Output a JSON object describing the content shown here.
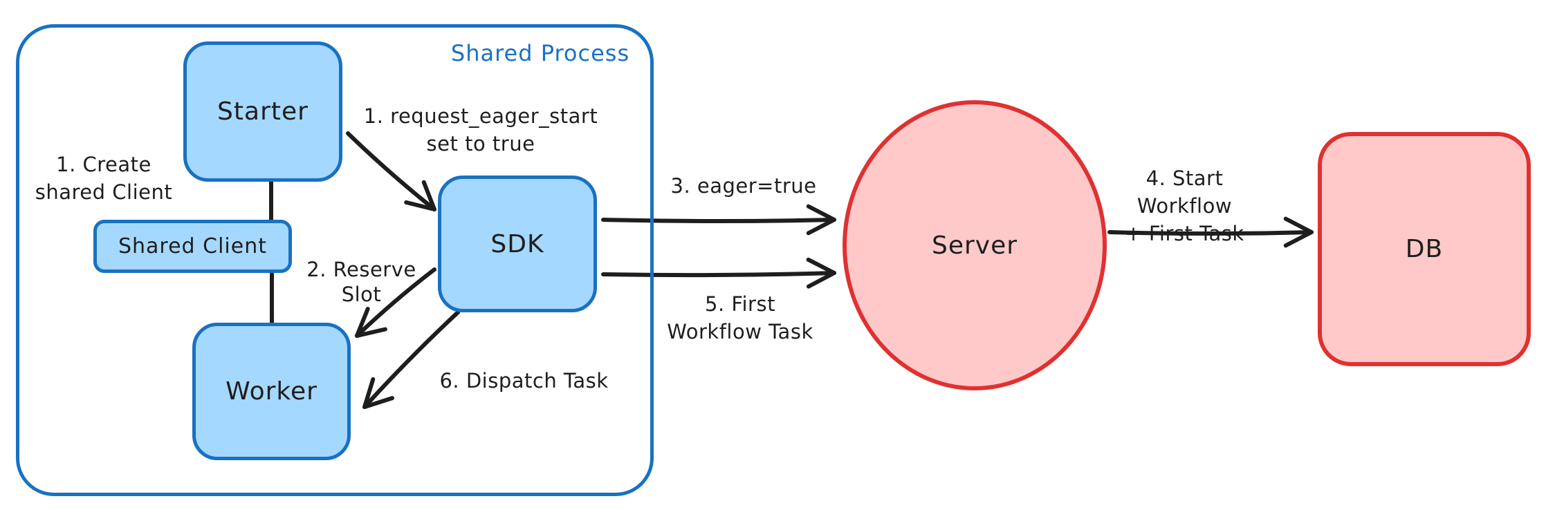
{
  "colors": {
    "blue_stroke": "#1971c2",
    "blue_fill": "#a5d8ff",
    "red_stroke": "#e03131",
    "red_fill": "#ffc9c9",
    "ink": "#1e1e1e"
  },
  "container": {
    "label": "Shared Process"
  },
  "nodes": {
    "starter": {
      "label": "Starter"
    },
    "shared_client": {
      "label": "Shared Client"
    },
    "worker": {
      "label": "Worker"
    },
    "sdk": {
      "label": "SDK"
    },
    "server": {
      "label": "Server"
    },
    "db": {
      "label": "DB"
    }
  },
  "annotations": {
    "create_client": {
      "line1": "1. Create",
      "line2": "shared Client"
    },
    "request_eager_start": {
      "line1": "1. request_eager_start",
      "line2": "set to true"
    },
    "reserve_slot": {
      "line1": "2. Reserve",
      "line2": "Slot"
    },
    "eager_true": {
      "line1": "3. eager=true"
    },
    "start_workflow": {
      "line1": "4. Start Workflow",
      "line2": "+ First Task"
    },
    "first_workflow_task": {
      "line1": "5. First",
      "line2": "Workflow Task"
    },
    "dispatch_task": {
      "line1": "6. Dispatch Task"
    }
  }
}
